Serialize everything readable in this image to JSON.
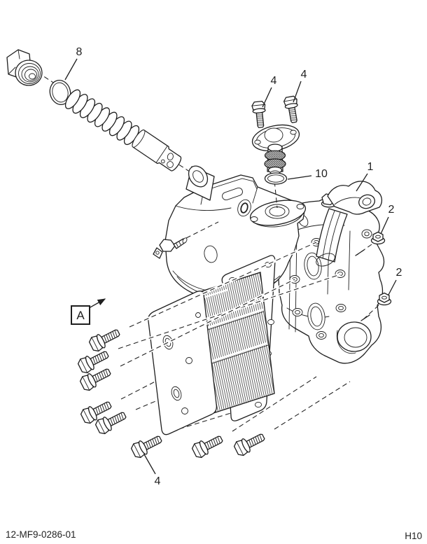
{
  "figure": {
    "type": "exploded-parts-diagram",
    "subject": "engine-oil-cooler-and-filter-header-assembly",
    "colors": {
      "background": "#ffffff",
      "line": "#1f1f1f"
    },
    "callouts": [
      {
        "label": "8",
        "target": "o-ring-relief-valve-plug"
      },
      {
        "label": "4",
        "target": "thermostat-cover-bolt-left"
      },
      {
        "label": "4",
        "target": "thermostat-cover-bolt-right"
      },
      {
        "label": "10",
        "target": "thermostat-o-ring"
      },
      {
        "label": "1",
        "target": "oil-tube-elbow"
      },
      {
        "label": "2",
        "target": "flange-nut-upper"
      },
      {
        "label": "2",
        "target": "flange-nut-lower"
      },
      {
        "label": "4",
        "target": "cooler-mounting-bolt"
      }
    ],
    "view_marker": {
      "label": "A"
    },
    "footer": {
      "left": "12-MF9-0286-01",
      "right": "H10"
    }
  }
}
